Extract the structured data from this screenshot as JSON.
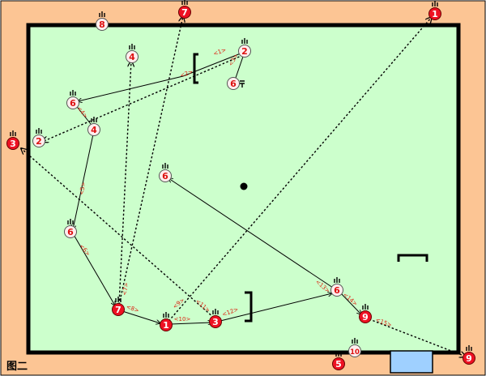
{
  "caption": "图二",
  "colors": {
    "border": "#fcc594",
    "field": "#ccffcc",
    "line": "#000000",
    "red_player": "#ee1122",
    "white_player_fill": "#ffeeee",
    "white_player_text": "#dd1111",
    "step_label": "#dd2211",
    "goal_box": "#9fd0ff"
  },
  "red_players": [
    "7",
    "1",
    "3",
    "9",
    "7",
    "1",
    "3",
    "9",
    "5"
  ],
  "white_players": [
    "8",
    "4",
    "2",
    "6",
    "6",
    "2",
    "4",
    "6",
    "6",
    "6",
    "10"
  ],
  "step_labels": [
    "1",
    "2",
    "3",
    "4",
    "5",
    "6",
    "7",
    "8",
    "9",
    "10",
    "11",
    "12",
    "13",
    "14",
    "15"
  ],
  "icons": [
    "goal-bracket-icon",
    "ball-icon",
    "goal-box-icon",
    "player-marker-icon"
  ]
}
